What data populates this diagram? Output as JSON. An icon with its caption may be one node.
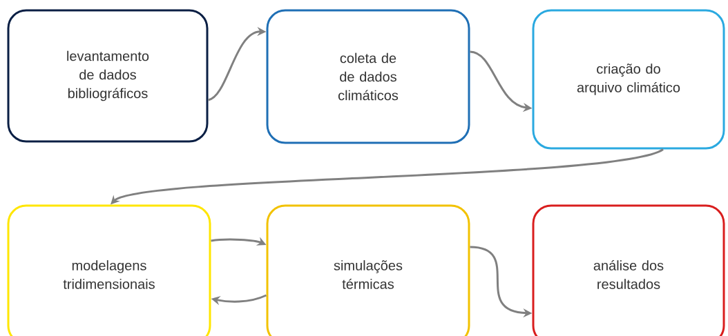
{
  "diagram": {
    "nodes": [
      {
        "text": [
          "levantamento de dados bibliográficos"
        ]
      },
      {
        "text": [
          "coleta de de dados climáticos"
        ]
      },
      {
        "text": [
          "criação do arquivo climático"
        ]
      },
      {
        "text": [
          "modelagens tridimensionais"
        ]
      },
      {
        "text": [
          "simulações térmicas"
        ]
      },
      {
        "text": [
          "análise dos resultados"
        ]
      }
    ],
    "edges": [
      {
        "from": 0,
        "to": 1,
        "arrow": "to"
      },
      {
        "from": 1,
        "to": 2,
        "arrow": "to"
      },
      {
        "from": 2,
        "to": 3,
        "arrow": "to"
      },
      {
        "from": 3,
        "to": 4,
        "arrow": "to"
      },
      {
        "from": 4,
        "to": 3,
        "arrow": "to"
      },
      {
        "from": 4,
        "to": 5,
        "arrow": "to"
      }
    ]
  }
}
